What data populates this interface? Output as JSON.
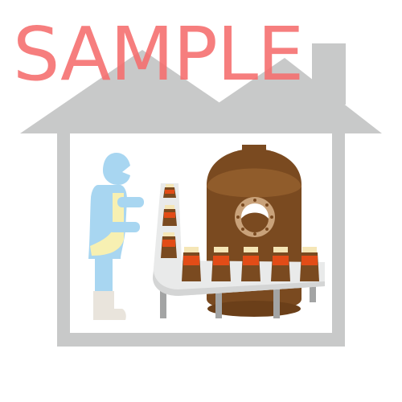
{
  "watermark": {
    "text": "SAMPLE",
    "color": "#f56c6c"
  },
  "colors": {
    "house": "#c8c9c9",
    "tank": "#7a4a20",
    "tank_band": "#9a6431",
    "worker": "#a8d6f1",
    "apron": "#f7f0b2",
    "boot": "#e9e4dc",
    "label": "#e24c17",
    "bottle_cap": "#f5e6b6",
    "conveyor": "#e9eaea",
    "porthole_ring": "#c9a27a"
  },
  "icons": [
    "house-outline",
    "brewing-tank",
    "porthole-window",
    "factory-worker",
    "conveyor-belt",
    "soy-sauce-bottle"
  ]
}
